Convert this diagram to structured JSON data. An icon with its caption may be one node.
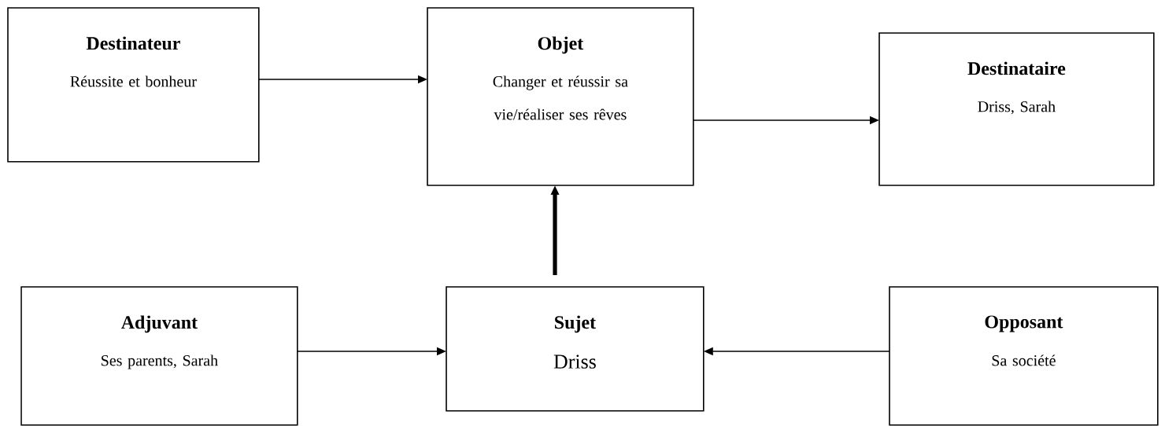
{
  "diagram": {
    "nodes": [
      {
        "text": [
          "Destinateur",
          "Réussite et bonheur"
        ]
      },
      {
        "text": [
          "Objet",
          "Changer et réussir sa vie/réaliser ses rêves"
        ]
      },
      {
        "text": [
          "Destinataire",
          "Driss, Sarah"
        ]
      },
      {
        "text": [
          "Adjuvant",
          "Ses parents, Sarah"
        ]
      },
      {
        "text": [
          "Sujet",
          "Driss"
        ]
      },
      {
        "text": [
          "Opposant",
          "Sa société"
        ]
      }
    ],
    "edges": [
      {
        "from": 0,
        "to": 1,
        "arrow": "to"
      },
      {
        "from": 1,
        "to": 2,
        "arrow": "to"
      },
      {
        "from": 4,
        "to": 1,
        "arrow": "to",
        "style": "thick"
      },
      {
        "from": 3,
        "to": 4,
        "arrow": "to"
      },
      {
        "from": 5,
        "to": 4,
        "arrow": "to"
      }
    ]
  }
}
